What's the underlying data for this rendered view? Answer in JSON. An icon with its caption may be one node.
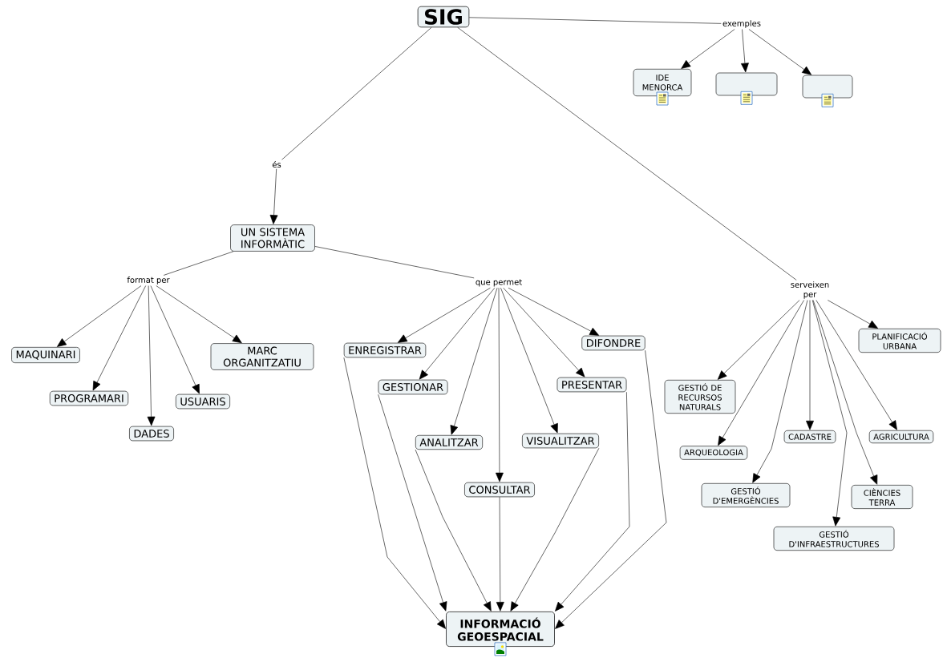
{
  "diagram": {
    "nodes": [
      {
        "text": [
          "SIG"
        ]
      },
      {
        "text": [
          "exemples"
        ]
      },
      {
        "text": [
          "IDE MENORCA"
        ]
      },
      {
        "text": [],
        "shape": "box"
      },
      {
        "text": [],
        "shape": "box"
      },
      {
        "text": [
          "és"
        ]
      },
      {
        "text": [
          "UN SISTEMA INFORMÀTIC"
        ]
      },
      {
        "text": [
          "format per"
        ]
      },
      {
        "text": [
          "que permet"
        ]
      },
      {
        "text": [
          "serveixen per"
        ]
      },
      {
        "text": [
          "MAQUINARI"
        ]
      },
      {
        "text": [
          "MARC ORGANITZATIU"
        ]
      },
      {
        "text": [
          "PROGRAMARI"
        ]
      },
      {
        "text": [
          "USUARIS"
        ]
      },
      {
        "text": [
          "DADES"
        ]
      },
      {
        "text": [
          "ENREGISTRAR"
        ]
      },
      {
        "text": [
          "DIFONDRE"
        ]
      },
      {
        "text": [
          "GESTIONAR"
        ]
      },
      {
        "text": [
          "PRESENTAR"
        ]
      },
      {
        "text": [
          "ANALITZAR"
        ]
      },
      {
        "text": [
          "VISUALITZAR"
        ]
      },
      {
        "text": [
          "CONSULTAR"
        ]
      },
      {
        "text": [
          "GESTIÓ DE RECURSOS NATURALS"
        ]
      },
      {
        "text": [
          "CADASTRE"
        ]
      },
      {
        "text": [
          "PLANIFICACIÓ URBANA"
        ]
      },
      {
        "text": [
          "ARQUEOLOGIA"
        ]
      },
      {
        "text": [
          "AGRICULTURA"
        ]
      },
      {
        "text": [
          "GESTIÓ D'EMERGÈNCIES"
        ]
      },
      {
        "text": [
          "CIÈNCIES TERRA"
        ]
      },
      {
        "text": [
          "GESTIÓ D'INFRAESTRUCTURES"
        ]
      },
      {
        "text": [
          "INFORMACIÓ GEOESPACIAL"
        ]
      }
    ],
    "edges": [
      {
        "from": 0,
        "to": 1,
        "arrow": "none"
      },
      {
        "from": 1,
        "to": 2,
        "arrow": "to"
      },
      {
        "from": 1,
        "to": 3,
        "arrow": "to"
      },
      {
        "from": 1,
        "to": 4,
        "arrow": "to"
      },
      {
        "from": 0,
        "to": 5,
        "arrow": "none"
      },
      {
        "from": 5,
        "to": 6,
        "arrow": "to"
      },
      {
        "from": 0,
        "to": 9,
        "arrow": "none"
      },
      {
        "from": 6,
        "to": 7,
        "arrow": "none"
      },
      {
        "from": 6,
        "to": 8,
        "arrow": "none"
      },
      {
        "from": 7,
        "to": 10,
        "arrow": "to"
      },
      {
        "from": 7,
        "to": 12,
        "arrow": "to"
      },
      {
        "from": 7,
        "to": 14,
        "arrow": "to"
      },
      {
        "from": 7,
        "to": 13,
        "arrow": "to"
      },
      {
        "from": 7,
        "to": 11,
        "arrow": "to"
      },
      {
        "from": 8,
        "to": 15,
        "arrow": "to"
      },
      {
        "from": 8,
        "to": 17,
        "arrow": "to"
      },
      {
        "from": 8,
        "to": 19,
        "arrow": "to"
      },
      {
        "from": 8,
        "to": 21,
        "arrow": "to"
      },
      {
        "from": 8,
        "to": 20,
        "arrow": "to"
      },
      {
        "from": 8,
        "to": 18,
        "arrow": "to"
      },
      {
        "from": 8,
        "to": 16,
        "arrow": "to"
      },
      {
        "from": 15,
        "to": 30,
        "arrow": "to"
      },
      {
        "from": 17,
        "to": 30,
        "arrow": "to"
      },
      {
        "from": 19,
        "to": 30,
        "arrow": "to"
      },
      {
        "from": 21,
        "to": 30,
        "arrow": "to"
      },
      {
        "from": 20,
        "to": 30,
        "arrow": "to"
      },
      {
        "from": 18,
        "to": 30,
        "arrow": "to"
      },
      {
        "from": 16,
        "to": 30,
        "arrow": "to"
      },
      {
        "from": 9,
        "to": 22,
        "arrow": "to"
      },
      {
        "from": 9,
        "to": 25,
        "arrow": "to"
      },
      {
        "from": 9,
        "to": 27,
        "arrow": "to"
      },
      {
        "from": 9,
        "to": 23,
        "arrow": "to"
      },
      {
        "from": 9,
        "to": 29,
        "arrow": "to"
      },
      {
        "from": 9,
        "to": 28,
        "arrow": "to"
      },
      {
        "from": 9,
        "to": 26,
        "arrow": "to"
      },
      {
        "from": 9,
        "to": 24,
        "arrow": "to"
      }
    ]
  }
}
